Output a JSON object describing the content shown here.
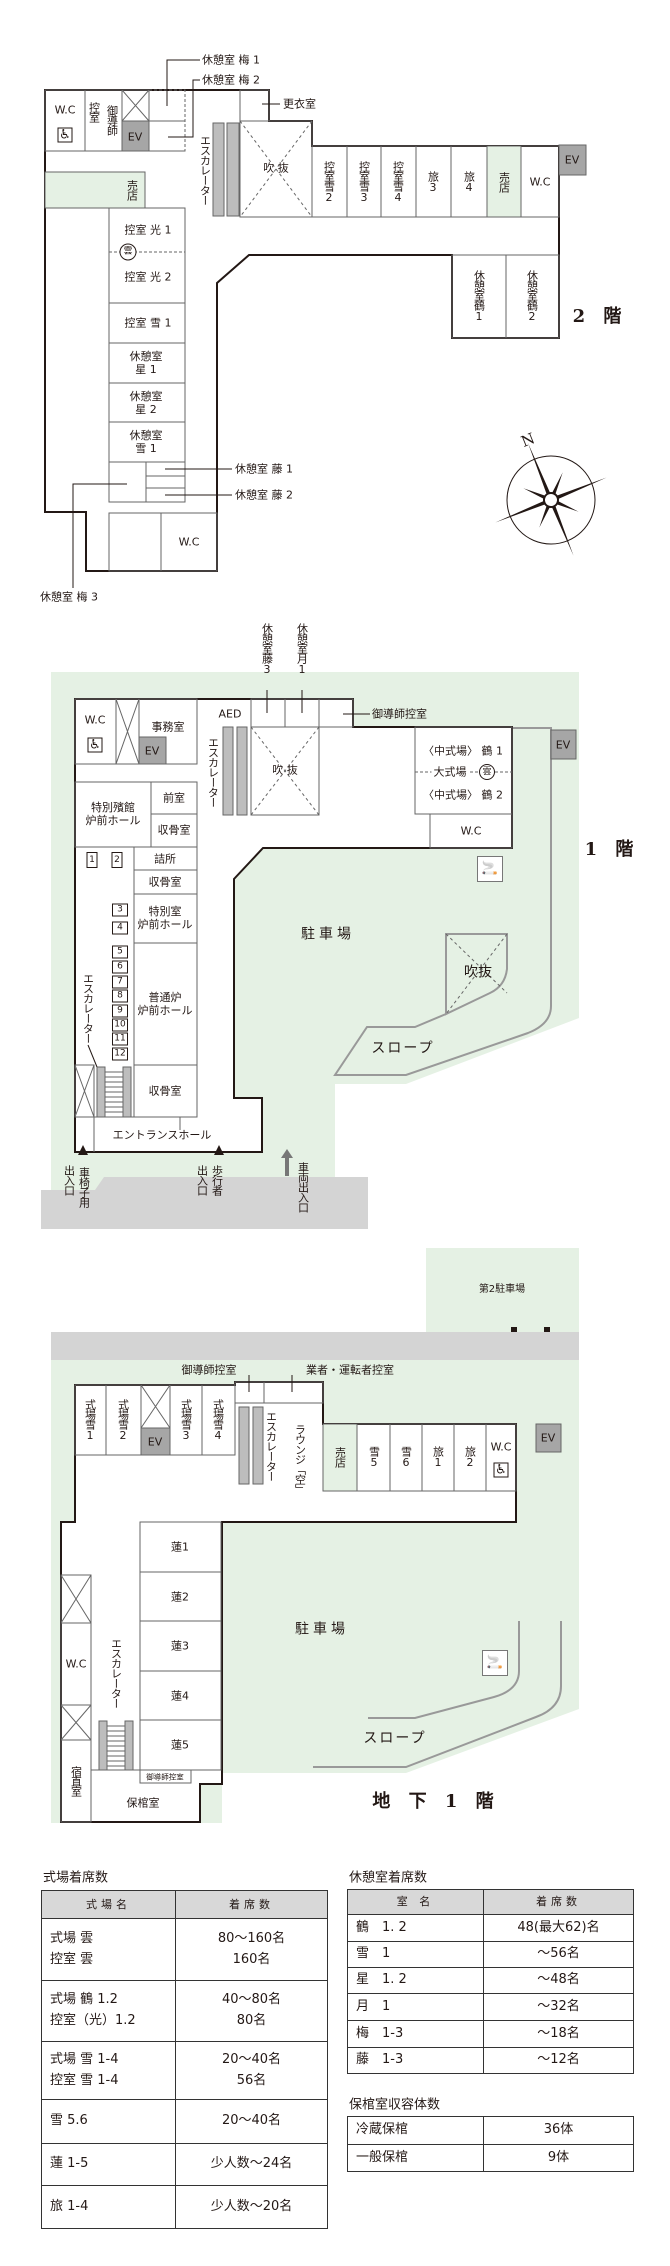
{
  "colors": {
    "green": "#e5f1e4",
    "road": "#d4d4d4",
    "ev": "#a6a6a6",
    "wall": "#231815"
  },
  "f2": {
    "title": "2 階",
    "wc": "W.C",
    "hikae": "控室",
    "godoushi": "御導師",
    "ev": "EV",
    "baiten": "売店",
    "escalator": "エスカレーター",
    "fukinuke": "吹 抜",
    "koui": "更衣室",
    "row": [
      "控室雪2",
      "控室雪3",
      "控室雪4",
      "旅3",
      "旅4",
      "売店",
      "W.C"
    ],
    "ev2": "EV",
    "hikari1": "控室 光 1",
    "kumo": "雲",
    "hikari2": "控室 光 2",
    "yuki1": "控室 雪 1",
    "hoshi1": "休憩室\n星 1",
    "hoshi2": "休憩室\n星 2",
    "kyu_yuki1": "休憩室\n雪 1",
    "wc2": "W.C",
    "tsuru1": "休憩室鶴1",
    "tsuru2": "休憩室鶴2",
    "ume1": "休憩室 梅 1",
    "ume2": "休憩室 梅 2",
    "ume3": "休憩室 梅 3",
    "fuji1": "休憩室 藤 1",
    "fuji2": "休憩室 藤 2",
    "compass_n": "N"
  },
  "f1": {
    "title": "1 階",
    "fuji3": "休憩室藤3",
    "tsuki1": "休憩室月1",
    "wc": "W.C",
    "jimu": "事務室",
    "ev": "EV",
    "aed": "AED",
    "escalator": "エスカレーター",
    "fukinuke": "吹 抜",
    "godoushi_hikae": "御導師控室",
    "tsuru1": "〈中式場〉 鶴 1",
    "daishikijo": "大式場",
    "kumo": "雲",
    "tsuru2": "〈中式場〉 鶴 2",
    "wc2": "W.C",
    "ev2": "EV",
    "tokubetsu_hall": "特別殯館\n炉前ホール",
    "zenshitsu": "前室",
    "shukotsu1": "収骨室",
    "tsumesho": "詰所",
    "shukotsu2": "収骨室",
    "tokubetsu_shitsu": "特別室\n炉前ホール",
    "futsuro": "普通炉\n炉前ホール",
    "shukotsu3": "収骨室",
    "escalator2": "エスカレーター",
    "entrance": "エントランスホール",
    "furnaces": [
      "1",
      "2",
      "3",
      "4",
      "5",
      "6",
      "7",
      "8",
      "9",
      "10",
      "11",
      "12"
    ],
    "parking": "駐車場",
    "fukinuke2": "吹抜",
    "slope": "スロープ",
    "exit_wheelchair_a": "出入口",
    "exit_wheelchair_b": "車椅子用",
    "exit_pedestrian_a": "出入口",
    "exit_pedestrian_b": "歩行者",
    "exit_vehicle": "車両出入口",
    "smoking": "smoking-area"
  },
  "b1": {
    "title": "地 下 1 階",
    "parking2": "第2駐車場",
    "godoushi_hikae": "御導師控室",
    "gyousha": "業者・運転者控室",
    "top": [
      "式場雪1",
      "式場雪2",
      "式場雪3",
      "式場雪4"
    ],
    "ev": "EV",
    "escalator": "エスカレーター",
    "lounge": "ラウンジ「空」",
    "row": [
      "売店",
      "雪5",
      "雪6",
      "旅1",
      "旅2"
    ],
    "wc": "W.C",
    "ev2": "EV",
    "ren": [
      "蓮1",
      "蓮2",
      "蓮3",
      "蓮4",
      "蓮5"
    ],
    "godoushi_small": "御導師控室",
    "wc2": "W.C",
    "escalator2": "エスカレーター",
    "shukuchoku": "宿直室",
    "hokan": "保棺室",
    "parking": "駐車場",
    "slope": "スロープ"
  },
  "tables": {
    "shikijo": {
      "title": "式場着席数",
      "headers": [
        "式場名",
        "着席数"
      ],
      "rows": [
        [
          "式場 雲\n控室 雲",
          "80～160名\n160名"
        ],
        [
          "式場 鶴 1.2\n控室（光）1.2",
          "40～80名\n80名"
        ],
        [
          "式場 雪 1-4\n控室 雪 1-4",
          "20～40名\n56名"
        ],
        [
          "雪 5.6",
          "20～40名"
        ],
        [
          "蓮 1-5",
          "少人数～24名"
        ],
        [
          "旅 1-4",
          "少人数～20名"
        ]
      ]
    },
    "kyukei": {
      "title": "休憩室着席数",
      "headers": [
        "室 名",
        "着席数"
      ],
      "rows": [
        [
          "鶴　1. 2",
          "48(最大62)名"
        ],
        [
          "雪　1",
          "～56名"
        ],
        [
          "星　1. 2",
          "～48名"
        ],
        [
          "月　1",
          "～32名"
        ],
        [
          "梅　1-3",
          "～18名"
        ],
        [
          "藤　1-3",
          "～12名"
        ]
      ]
    },
    "hokan": {
      "title": "保棺室収容体数",
      "rows": [
        [
          "冷蔵保棺",
          "36体"
        ],
        [
          "一般保棺",
          "9体"
        ]
      ]
    }
  }
}
